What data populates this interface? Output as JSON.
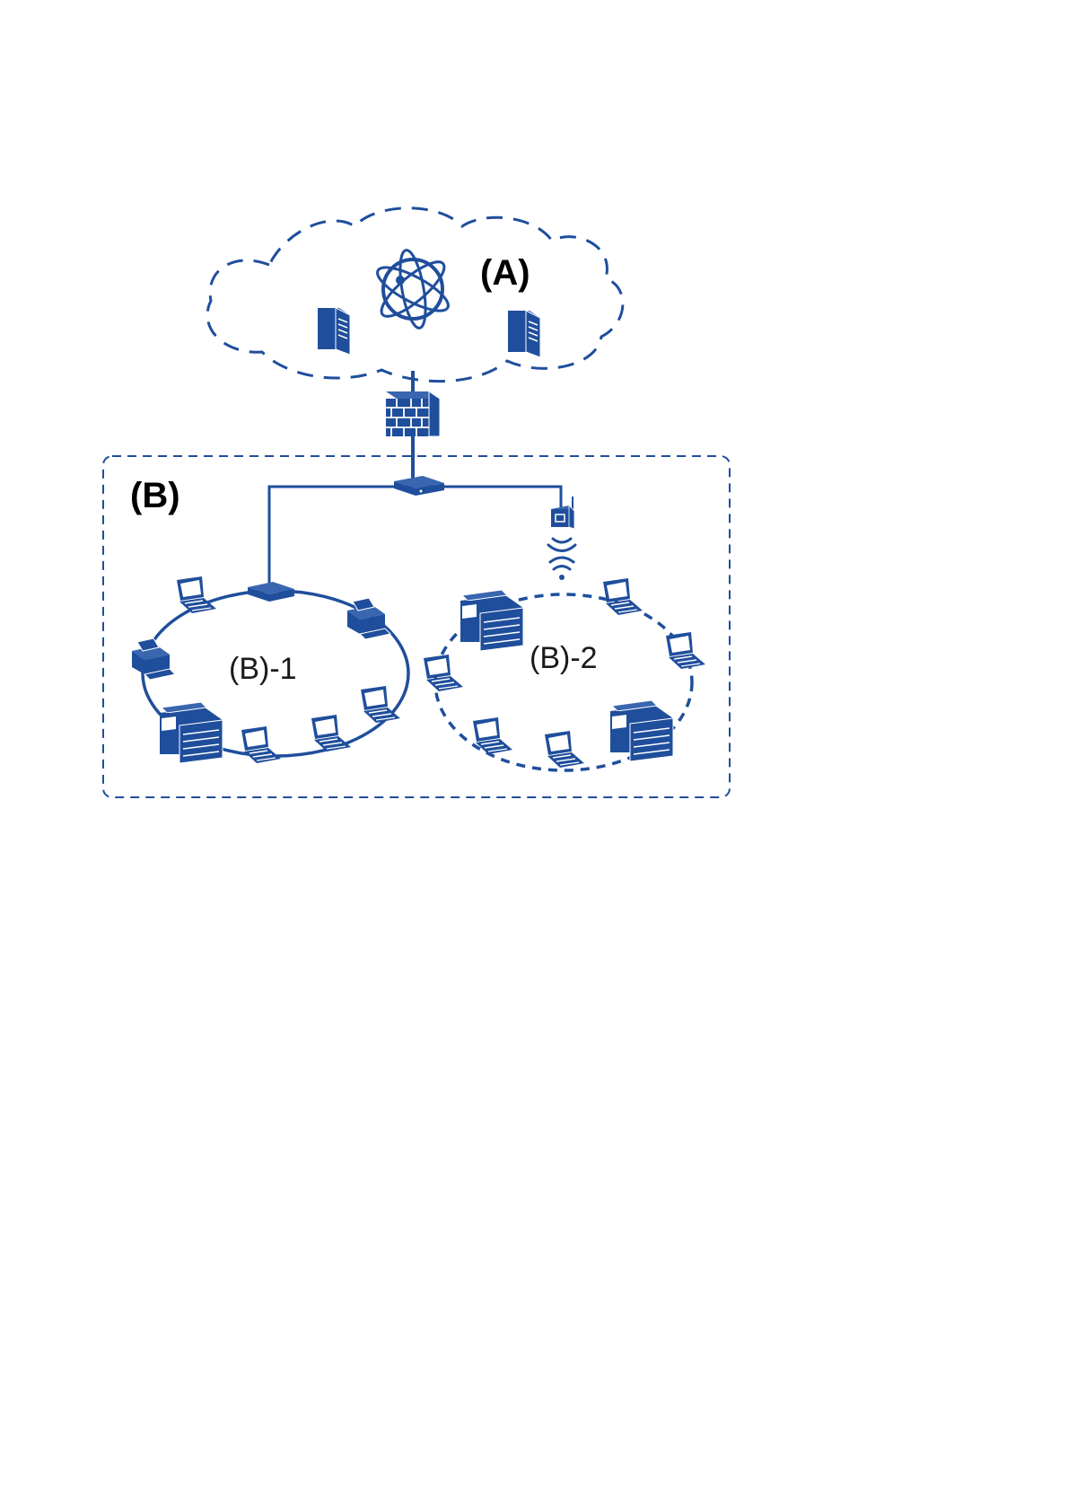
{
  "colors": {
    "primary": "#1f4e9c",
    "background": "#ffffff"
  },
  "labels": {
    "internet": "(A)",
    "local_network": "(B)",
    "wired_segment": "(B)-1",
    "wireless_segment": "(B)-2"
  },
  "icons": {
    "internet": "globe-atom-icon",
    "server": "server-icon",
    "firewall": "firewall-icon",
    "router": "router-icon",
    "hub": "switch-hub-icon",
    "access_point": "wireless-access-point-icon",
    "wifi": "wifi-signal-icon",
    "laptop": "laptop-icon",
    "printer": "printer-icon",
    "scanner": "scanner-icon"
  }
}
